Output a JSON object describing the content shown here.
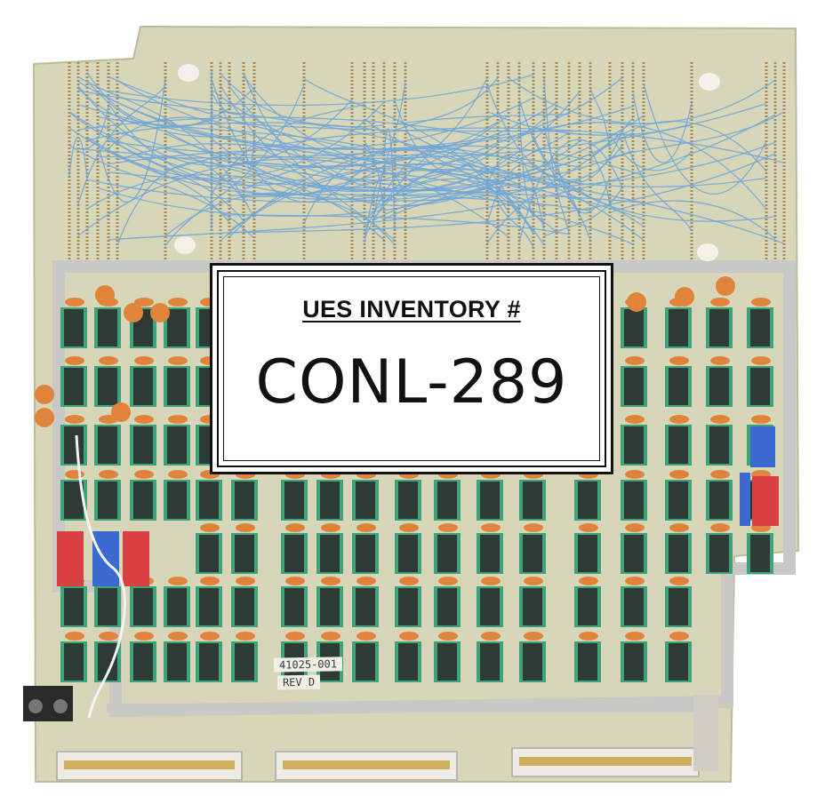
{
  "photo": {
    "subject": "printed circuit board",
    "colors": {
      "pcb": "#d8d6b8",
      "wire": "#6fa6d8",
      "ic_body": "#2e3a36",
      "capacitor": "#e0843c",
      "dip_switch_red": "#d94040",
      "dip_switch_blue": "#3a6ad0",
      "connector": "#ecebe4"
    }
  },
  "inventory_label": {
    "heading": "UES INVENTORY #",
    "code": "CONL-289"
  },
  "board_markings": {
    "part_number": "41025-001",
    "revision": "REV D"
  }
}
